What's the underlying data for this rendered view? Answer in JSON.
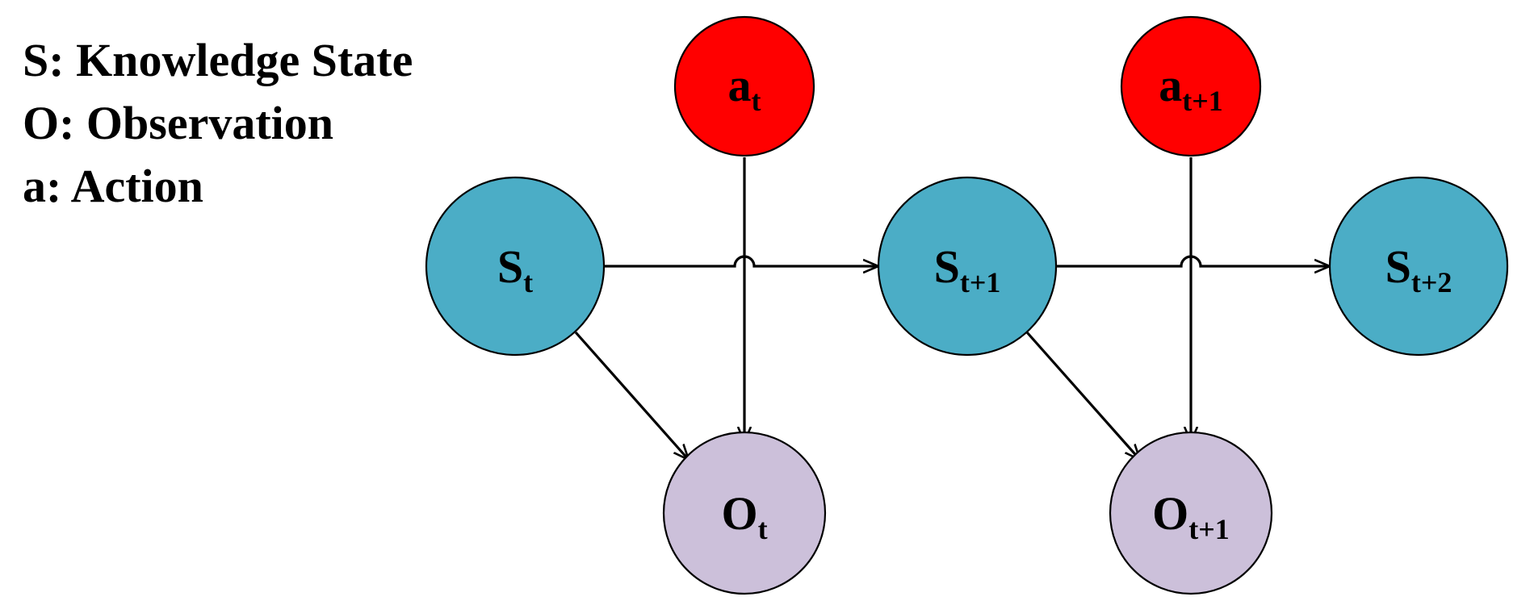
{
  "legend": {
    "state": "S: Knowledge State",
    "observation": "O: Observation",
    "action": "a: Action"
  },
  "colors": {
    "state": "#4badc6",
    "action": "#ff0000",
    "observation": "#ccc0da",
    "stroke": "#000000"
  },
  "nodes": {
    "a_t": {
      "main": "a",
      "sub": "t"
    },
    "a_t1": {
      "main": "a",
      "sub": "t+1"
    },
    "s_t": {
      "main": "S",
      "sub": "t"
    },
    "s_t1": {
      "main": "S",
      "sub": "t+1"
    },
    "s_t2": {
      "main": "S",
      "sub": "t+2"
    },
    "o_t": {
      "main": "O",
      "sub": "t"
    },
    "o_t1": {
      "main": "O",
      "sub": "t+1"
    }
  }
}
